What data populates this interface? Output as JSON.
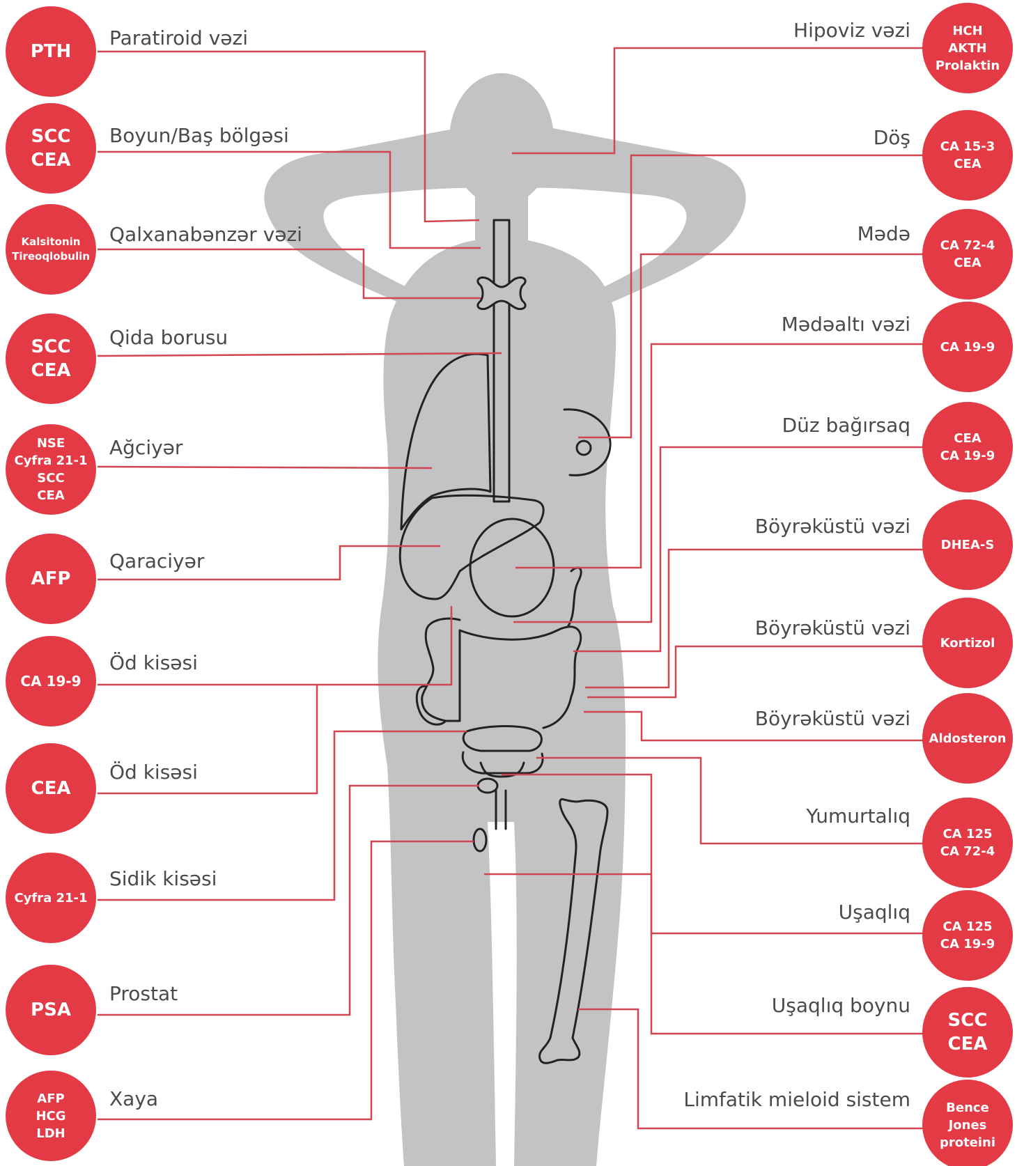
{
  "colors": {
    "accent": "#E33A45",
    "silhouette": "#C3C3C5",
    "organ_stroke": "#222222",
    "label_text": "#4a4a4a"
  },
  "left": [
    {
      "label": "Paratiroid vəzi",
      "markers": "PTH"
    },
    {
      "label": "Boyun/Baş bölgəsi",
      "markers": "SCC\nCEA"
    },
    {
      "label": "Qalxanabənzər vəzi",
      "markers": "Kalsitonin\nTireoqlobulin"
    },
    {
      "label": "Qida borusu",
      "markers": "SCC\nCEA"
    },
    {
      "label": "Ağciyər",
      "markers": "NSE\nCyfra 21-1\nSCC\nCEA"
    },
    {
      "label": "Qaraciyər",
      "markers": "AFP"
    },
    {
      "label": "Öd kisəsi",
      "markers": "CA 19-9"
    },
    {
      "label": "Öd kisəsi",
      "markers": "CEA"
    },
    {
      "label": "Sidik kisəsi",
      "markers": "Cyfra 21-1"
    },
    {
      "label": "Prostat",
      "markers": "PSA"
    },
    {
      "label": "Xaya",
      "markers": "AFP\nHCG\nLDH"
    }
  ],
  "right": [
    {
      "label": "Hipoviz vəzi",
      "markers": "HCH\nAKTH\nProlaktin"
    },
    {
      "label": "Döş",
      "markers": "CA 15-3\nCEA"
    },
    {
      "label": "Mədə",
      "markers": "CA 72-4\nCEA"
    },
    {
      "label": "Mədəaltı vəzi",
      "markers": "CA 19-9"
    },
    {
      "label": "Düz bağırsaq",
      "markers": "CEA\nCA 19-9"
    },
    {
      "label": "Böyrəküstü vəzi",
      "markers": "DHEA-S"
    },
    {
      "label": "Böyrəküstü vəzi",
      "markers": "Kortizol"
    },
    {
      "label": "Böyrəküstü vəzi",
      "markers": "Aldosteron"
    },
    {
      "label": "Yumurtalıq",
      "markers": "CA 125\nCA 72-4"
    },
    {
      "label": "Uşaqlıq",
      "markers": "CA 125\nCA 19-9"
    },
    {
      "label": "Uşaqlıq boynu",
      "markers": "SCC\nCEA"
    },
    {
      "label": "Limfatik mieloid sistem",
      "markers": "Bence\nJones\nproteini"
    }
  ]
}
